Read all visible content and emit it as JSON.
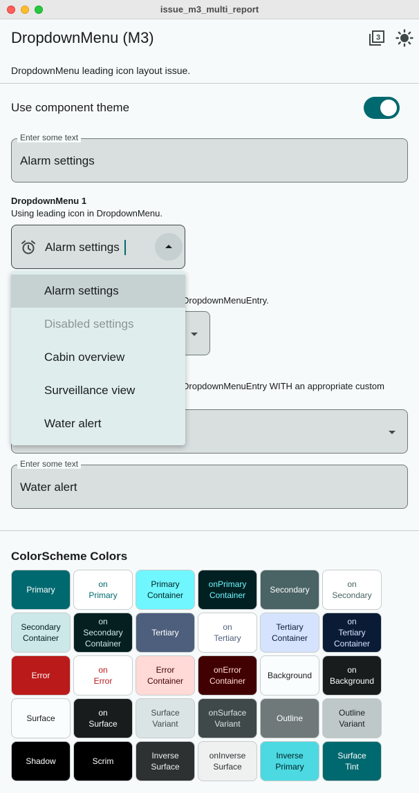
{
  "window": {
    "title": "issue_m3_multi_report"
  },
  "appbar": {
    "title": "DropdownMenu (M3)",
    "icons": [
      "filter-3-icon",
      "brightness-icon"
    ]
  },
  "subtitle": "DropdownMenu leading icon layout issue.",
  "settings": {
    "use_component_theme": "Use component theme",
    "toggle_on": true
  },
  "text_field_1": {
    "label": "Enter some text",
    "value": "Alarm settings"
  },
  "dropdown1": {
    "title": "DropdownMenu 1",
    "description": "Using leading icon in DropdownMenu.",
    "value": "Alarm settings",
    "leading_icon": "alarm-icon"
  },
  "section2": {
    "description_fragment": "DropdownMenuEntry."
  },
  "section3": {
    "description_fragment": "DropdownMenuEntry WITH an appropriate custom"
  },
  "menu": {
    "items": [
      {
        "label": "Alarm settings",
        "state": "selected"
      },
      {
        "label": "Disabled settings",
        "state": "disabled"
      },
      {
        "label": "Cabin overview",
        "state": "normal"
      },
      {
        "label": "Surveillance view",
        "state": "normal"
      },
      {
        "label": "Water alert",
        "state": "normal"
      }
    ]
  },
  "text_field_2": {
    "label": "Enter some text",
    "value": "Water alert"
  },
  "color_scheme": {
    "title": "ColorScheme Colors",
    "swatches": [
      {
        "label": "Primary",
        "bg": "#00696f",
        "fg": "#ffffff"
      },
      {
        "label": "on\nPrimary",
        "bg": "#ffffff",
        "fg": "#00696f"
      },
      {
        "label": "Primary\nContainer",
        "bg": "#6ff6fe",
        "fg": "#002022"
      },
      {
        "label": "onPrimary\nContainer",
        "bg": "#002022",
        "fg": "#6ff6fe"
      },
      {
        "label": "Secondary",
        "bg": "#4a6364",
        "fg": "#ffffff"
      },
      {
        "label": "on\nSecondary",
        "bg": "#ffffff",
        "fg": "#4a6364"
      },
      {
        "label": "Secondary\nContainer",
        "bg": "#cce8e9",
        "fg": "#051f20"
      },
      {
        "label": "on\nSecondary\nContainer",
        "bg": "#051f20",
        "fg": "#cce8e9"
      },
      {
        "label": "Tertiary",
        "bg": "#4e5f7d",
        "fg": "#ffffff"
      },
      {
        "label": "on\nTertiary",
        "bg": "#ffffff",
        "fg": "#4e5f7d"
      },
      {
        "label": "Tertiary\nContainer",
        "bg": "#d6e3ff",
        "fg": "#0a1b36"
      },
      {
        "label": "on\nTertiary\nContainer",
        "bg": "#0a1b36",
        "fg": "#d6e3ff"
      },
      {
        "label": "Error",
        "bg": "#ba1a1a",
        "fg": "#ffffff"
      },
      {
        "label": "on\nError",
        "bg": "#ffffff",
        "fg": "#ba1a1a"
      },
      {
        "label": "Error\nContainer",
        "bg": "#ffdad6",
        "fg": "#410002"
      },
      {
        "label": "onError\nContainer",
        "bg": "#410002",
        "fg": "#ffdad6"
      },
      {
        "label": "Background",
        "bg": "#fafdfd",
        "fg": "#191c1c"
      },
      {
        "label": "on\nBackground",
        "bg": "#191c1c",
        "fg": "#fafdfd"
      },
      {
        "label": "Surface",
        "bg": "#fafdfd",
        "fg": "#191c1c"
      },
      {
        "label": "on\nSurface",
        "bg": "#191c1c",
        "fg": "#fafdfd"
      },
      {
        "label": "Surface\nVariant",
        "bg": "#dae4e4",
        "fg": "#3f4949"
      },
      {
        "label": "onSurface\nVariant",
        "bg": "#3f4949",
        "fg": "#dae4e4"
      },
      {
        "label": "Outline",
        "bg": "#6f7979",
        "fg": "#ffffff"
      },
      {
        "label": "Outline\nVariant",
        "bg": "#bec8c8",
        "fg": "#191c1c"
      },
      {
        "label": "Shadow",
        "bg": "#000000",
        "fg": "#ffffff"
      },
      {
        "label": "Scrim",
        "bg": "#000000",
        "fg": "#ffffff"
      },
      {
        "label": "Inverse\nSurface",
        "bg": "#2d3131",
        "fg": "#eff1f1"
      },
      {
        "label": "onInverse\nSurface",
        "bg": "#eff1f1",
        "fg": "#2d3131"
      },
      {
        "label": "Inverse\nPrimary",
        "bg": "#4cd9e2",
        "fg": "#002022"
      },
      {
        "label": "Surface\nTint",
        "bg": "#00696f",
        "fg": "#ffffff"
      }
    ]
  }
}
